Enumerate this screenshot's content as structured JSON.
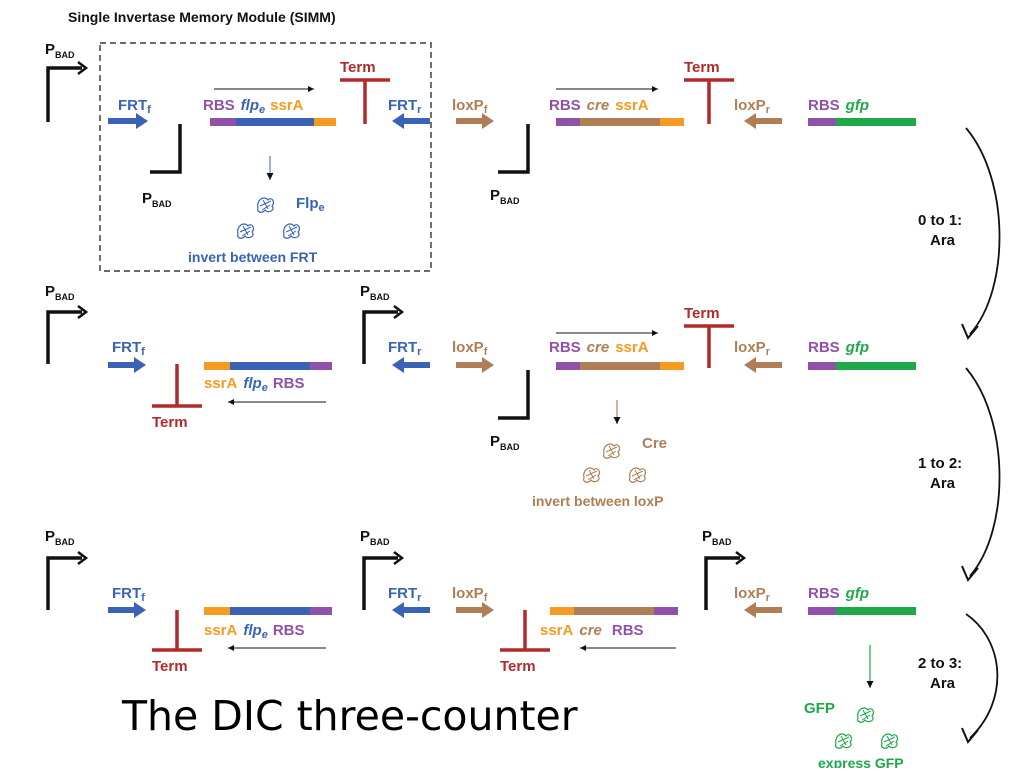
{
  "title": "Single Invertase Memory Module (SIMM)",
  "caption": "The DIC three-counter",
  "colors": {
    "flp": "#3a63b5",
    "cre": "#b07e56",
    "gfp": "#1ea84a",
    "rbs": "#8f52a8",
    "ssra": "#f39c21",
    "term": "#b22a2a",
    "black": "#111111"
  },
  "promoter": {
    "p": "P",
    "sub": "BAD"
  },
  "labels": {
    "term": "Term",
    "rbs": "RBS",
    "flpe_main": "flp",
    "flpe_sub": "e",
    "ssra": "ssrA",
    "cre": "cre",
    "gfp": "gfp",
    "frt": "FRT",
    "frt_f": "f",
    "frt_r": "r",
    "loxp": "loxP",
    "loxp_f": "f",
    "loxp_r": "r",
    "flp_protein": "Flp",
    "flp_protein_sub": "e",
    "cre_protein": "Cre",
    "gfp_protein": "GFP",
    "invert_frt": "invert between FRT",
    "invert_loxp": "invert between loxP",
    "express_gfp": "express GFP"
  },
  "transitions": [
    {
      "step": "0 to 1:",
      "inducer": "Ara"
    },
    {
      "step": "1 to 2:",
      "inducer": "Ara"
    },
    {
      "step": "2 to 3:",
      "inducer": "Ara"
    }
  ]
}
